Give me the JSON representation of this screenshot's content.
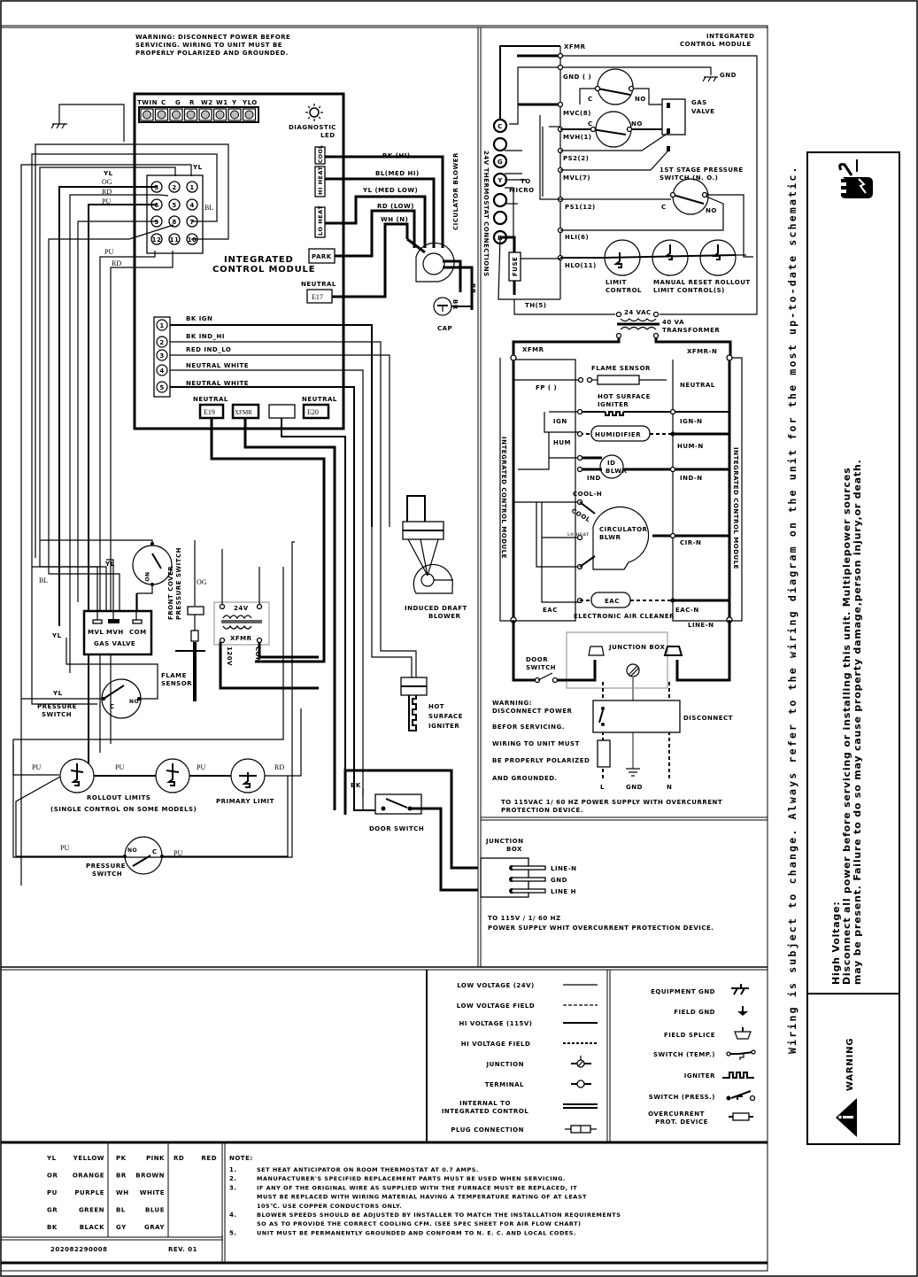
{
  "top_warning": [
    "WARNING: DISCONNECT POWER BEFORE",
    "SERVICING. WIRING TO UNIT MUST BE",
    "PROPERLY POLARIZED AND GROUNDED."
  ],
  "icm_left": {
    "title": [
      "INTEGRATED",
      "CONTROL MODULE"
    ],
    "thermostat_terminals": [
      "TWIN",
      "C",
      "G",
      "R",
      "W2",
      "W1",
      "Y",
      "YLO"
    ],
    "diagnostic_led": [
      "DIAGNOSTIC",
      "LED"
    ],
    "speed_taps": [
      "COOL",
      "HI HEAT",
      "LO HEAT"
    ],
    "park": "PARK",
    "neutral_label": "NEUTRAL",
    "e17": "E17",
    "e19": "E19",
    "e20": "E20",
    "xfmr": "XFMR",
    "connector12_pins": [
      "3",
      "2",
      "1",
      "6",
      "5",
      "4",
      "9",
      "8",
      "7",
      "12",
      "11",
      "10"
    ],
    "connector12_wires": {
      "yl_top": "YL",
      "yl": "YL",
      "og": "OG",
      "rd": "RD",
      "pu": "PU",
      "bl": "BL",
      "pu2": "PU",
      "rd2": "RD"
    },
    "connector5_pins": [
      "1",
      "2",
      "3",
      "4",
      "5"
    ],
    "connector5_labels": [
      "BK  IGN",
      "BK  IND_HI",
      "RED IND_LO",
      "NEUTRAL WHITE",
      "NEUTRAL WHITE"
    ]
  },
  "blower": {
    "wires": [
      "BK  (HI)",
      "BL(MED HI)",
      "YL (MED LOW)",
      "RD  (LOW)",
      "WH  (N)"
    ],
    "title": "CICULATOR BLOWER",
    "br1": "BR",
    "br2": "BR",
    "cap": "CAP"
  },
  "lower_left": {
    "yl1": "YL",
    "bl": "BL",
    "yl2": "YL",
    "yl3": "YL",
    "og": "OG",
    "front_cover_switch": [
      "FRONT COVER",
      "PRESSURE SWITCH"
    ],
    "gas_valve_terms": [
      "MVL",
      "MVH",
      "COM"
    ],
    "gas_valve": "GAS  VALVE",
    "xfmr_24v": "24V",
    "xfmr": "XFMR",
    "xfmr_120v": "120V",
    "xfmr_com": "COM",
    "flame_sensor": [
      "FLAME",
      "SENSOR"
    ],
    "pressure_switch": [
      "PRESSURE",
      "SWITCH"
    ],
    "switch_no": "NO",
    "switch_c": "C",
    "pu": [
      "PU",
      "PU",
      "PU",
      "PU",
      "PU"
    ],
    "rd": "RD",
    "rollout": [
      "ROLLOUT LIMITS",
      "(SINGLE CONTROL  ON SOME MODELS)"
    ],
    "primary_limit": "PRIMARY  LIMIT",
    "pressure_switch2": [
      "PRESSURE",
      "SWITCH"
    ],
    "bk": "BK",
    "door_switch": "DOOR  SWITCH",
    "induced_draft": [
      "INDUCED  DRAFT",
      "BLOWER"
    ],
    "hsi": [
      "HOT",
      "SURFACE",
      "IGNITER"
    ],
    "junction_box": [
      "JUNCTION",
      "BOX"
    ],
    "jb_lines": [
      "LINE-N",
      "GND",
      "LINE H"
    ],
    "power_note": [
      "TO 115V / 1/ 60  HZ",
      "POWER SUPPLY WHIT OVERCURRENT PROTECTION DEVICE."
    ]
  },
  "ladder": {
    "title": [
      "INTEGRATED",
      "CONTROL MODULE"
    ],
    "xfmr": "XFMR",
    "gnd_term": "GND ( )",
    "gnd": "GND",
    "terms": [
      "MVC(8)",
      "MVH(1)",
      "PS2(2)",
      "MVL(7)",
      "PS1(12)",
      "HLI(6)",
      "HLO(11)",
      "TH(5)"
    ],
    "gas_valve": [
      "GAS",
      "VALVE"
    ],
    "c": "C",
    "no": "NO",
    "first_stage": [
      "1ST STAGE PRESSURE",
      "SWITCH (N. O.)"
    ],
    "to_micro": [
      "TO",
      "MICRO"
    ],
    "thermostat": "24V THERMOSTAT CONNECTIONS",
    "thermo_terms": [
      "C",
      "",
      "G",
      "Y",
      "",
      "",
      "R"
    ],
    "fuse": "FUSE",
    "limit": [
      "LIMIT",
      "CONTROL"
    ],
    "manual_reset": [
      "MANUAL RESET ROLLOUT",
      "LIMIT CONTROL(S)"
    ],
    "vac": "24 VAC",
    "transformer": [
      "40  VA",
      "TRANSFORMER"
    ]
  },
  "hv_ladder": {
    "xfmr": "XFMR",
    "xfmr_n": "XFMR-N",
    "flame_sensor": "FLAME  SENSOR",
    "fp": "FP  ( )",
    "neutral": "NEUTRAL",
    "hsi": [
      "HOT SURFACE",
      "IGNITER"
    ],
    "ign": "IGN",
    "ign_n": "IGN-N",
    "humidifier": "HUMIDIFIER",
    "hum": "HUM",
    "hum_n": "HUM-N",
    "id_blwr": [
      "ID",
      "BLWR"
    ],
    "ind": "IND",
    "ind_n": "IND-N",
    "cool_h": "COOL-H",
    "cool": "COOL",
    "lo_heat": "LO HEAT",
    "circ": [
      "CIRCULATOR",
      "BLWR"
    ],
    "cir_n": "CIR-N",
    "eac": "EAC",
    "eac_label": "EAC",
    "eac_n": "EAC-N",
    "eac_full": "ELECTRONIC AIR CLEANER",
    "line_n": "LINE-N",
    "icm_vertical": "INTEGRATED CONTROL MODULE",
    "junction_box": "JUNCTION  BOX",
    "door_switch": [
      "DOOR",
      "SWITCH"
    ],
    "warning": [
      "WARNING:",
      "DISCONNECT POWER",
      "BEFOR SERVICING.",
      "WIRING TO UNIT MUST",
      "BE PROPERLY POLARIZED",
      "AND GROUNDED."
    ],
    "disconnect": "DISCONNECT",
    "l": "L",
    "gnd": "GND",
    "n": "N",
    "power_note": [
      "TO  115VAC   1/ 60 HZ POWER SUPPLY WITH OVERCURRENT",
      "PROTECTION  DEVICE."
    ]
  },
  "legend_left": [
    {
      "label": "LOW  VOLTAGE (24V)",
      "symbol": "line-thin"
    },
    {
      "label": "LOW  VOLTAGE  FIELD",
      "symbol": "dash-thin"
    },
    {
      "label": "HI  VOLTAGE  (115V)",
      "symbol": "line-thick"
    },
    {
      "label": "HI  VOLTAGE  FIELD",
      "symbol": "dash-thick"
    },
    {
      "label": "JUNCTION",
      "symbol": "junction"
    },
    {
      "label": "TERMINAL",
      "symbol": "terminal"
    },
    {
      "label": "INTERNAL TO|INTEGRATED  CONTROL",
      "symbol": "double-line"
    },
    {
      "label": "PLUG   CONNECTION",
      "symbol": "plug"
    }
  ],
  "legend_right": [
    {
      "label": "EQUIPMENT  GND",
      "symbol": "equipment-gnd"
    },
    {
      "label": "FIELD  GND",
      "symbol": "field-gnd"
    },
    {
      "label": "FIELD   SPLICE",
      "symbol": "field-splice"
    },
    {
      "label": "SWITCH  (TEMP.)",
      "symbol": "switch-temp"
    },
    {
      "label": "IGNITER",
      "symbol": "igniter"
    },
    {
      "label": "SWITCH  (PRESS.)",
      "symbol": "switch-press"
    },
    {
      "label": "OVERCURRENT|PROT.  DEVICE",
      "symbol": "overcurrent"
    }
  ],
  "color_codes": [
    [
      "YL",
      "YELLOW",
      "PK",
      "PINK",
      "RD",
      "RED"
    ],
    [
      "OR",
      "ORANGE",
      "BR",
      "BROWN",
      "",
      ""
    ],
    [
      "PU",
      "PURPLE",
      "WH",
      "WHITE",
      "",
      ""
    ],
    [
      "GR",
      "GREEN",
      "BL",
      "BLUE",
      "",
      ""
    ],
    [
      "BK",
      "BLACK",
      "GY",
      "GRAY",
      "",
      ""
    ]
  ],
  "part_number": "202082290008",
  "revision": "REV.  01",
  "notes": {
    "title": "NOTE:",
    "items": [
      {
        "n": "1.",
        "lines": [
          "SET HEAT ANTICIPATOR ON ROOM THERMOSTAT AT 0.7 AMPS."
        ]
      },
      {
        "n": "2.",
        "lines": [
          "MANUFACTURER'S SPECIFIED REPLACEMENT PARTS MUST BE USED WHEN SERVICING."
        ]
      },
      {
        "n": "3.",
        "lines": [
          "IF ANY OF THE ORIGINAL WIRE AS SUPPLIED WITH THE FURNACE MUST BE REPLACED, IT",
          "MUST BE REPLACED WITH WIRING MATERIAL HAVING A TEMPERATURE RATING OF AT LEAST",
          "105℃. USE COPPER CONDUCTORS ONLY."
        ]
      },
      {
        "n": "4.",
        "lines": [
          "BLOWER SPEEDS SHOULD BE ADJUSTED BY INSTALLER TO MATCH THE INSTALLATION REQUIREMENTS",
          "SO AS TO PROVIDE THE CORRECT COOLING CFM. (SEE SPEC SHEET FOR AIR FLOW CHART)"
        ]
      },
      {
        "n": "5.",
        "lines": [
          "UNIT MUST BE PERMANENTLY GROUNDED AND CONFORM TO N. E. C. AND LOCAL CODES."
        ]
      }
    ]
  },
  "side_panel": {
    "vertical_note": "Wiring is subject to change. Always refer to the wiring diagram on the unit for the most up-to-date schematic.",
    "hv_title": "High Voltage:",
    "hv_line1": "Disconnect all power before servicing or installing this unit. Multiplepower sources",
    "hv_line2": "may be present. Failure to do so may cause property damage,person injury,or death.",
    "warning": "WARNING",
    "icons": [
      "electric-shock-hand-icon",
      "warning-triangle-icon"
    ]
  }
}
